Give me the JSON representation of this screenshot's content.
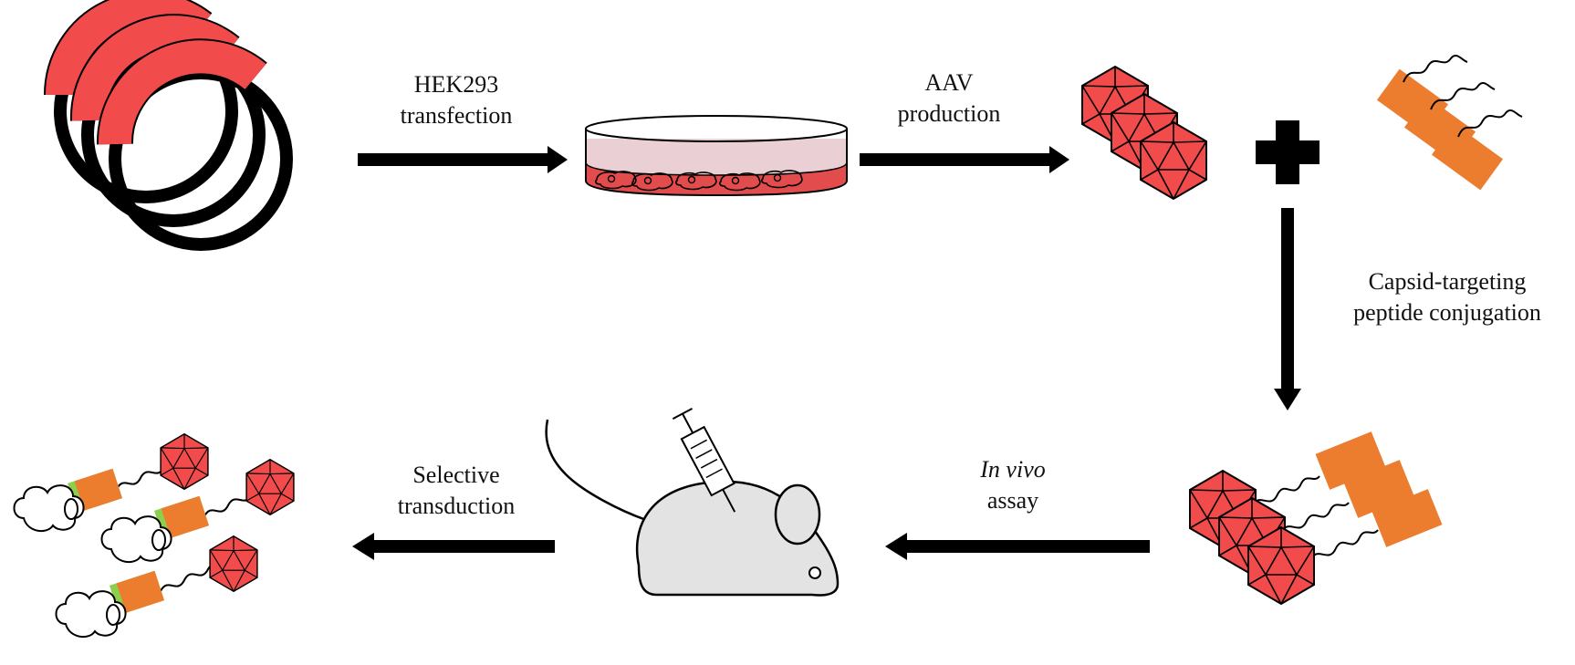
{
  "colors": {
    "red": "#F24B4B",
    "orange": "#EC7D2F",
    "green": "#8DCF4C",
    "black": "#000000",
    "mouse": "#E3E3E3",
    "media": "#E24C4C",
    "dish_tint": "#D9A9B2"
  },
  "icons": [
    "plasmid-icon",
    "petri-dish-icon",
    "aav-capsid-icon",
    "plus-icon",
    "peptide-icon",
    "conjugated-aav-icon",
    "mouse-icon",
    "syringe-icon",
    "transduced-cell-icon"
  ],
  "steps": {
    "transfection": {
      "line1": "HEK293",
      "line2": "transfection"
    },
    "production": {
      "line1": "AAV",
      "line2": "production"
    },
    "conjugation": {
      "line1": "Capsid-targeting",
      "line2": "peptide conjugation"
    },
    "assay": {
      "line1": "In vivo",
      "line2": "assay"
    },
    "transduction": {
      "line1": "Selective",
      "line2": "transduction"
    }
  }
}
